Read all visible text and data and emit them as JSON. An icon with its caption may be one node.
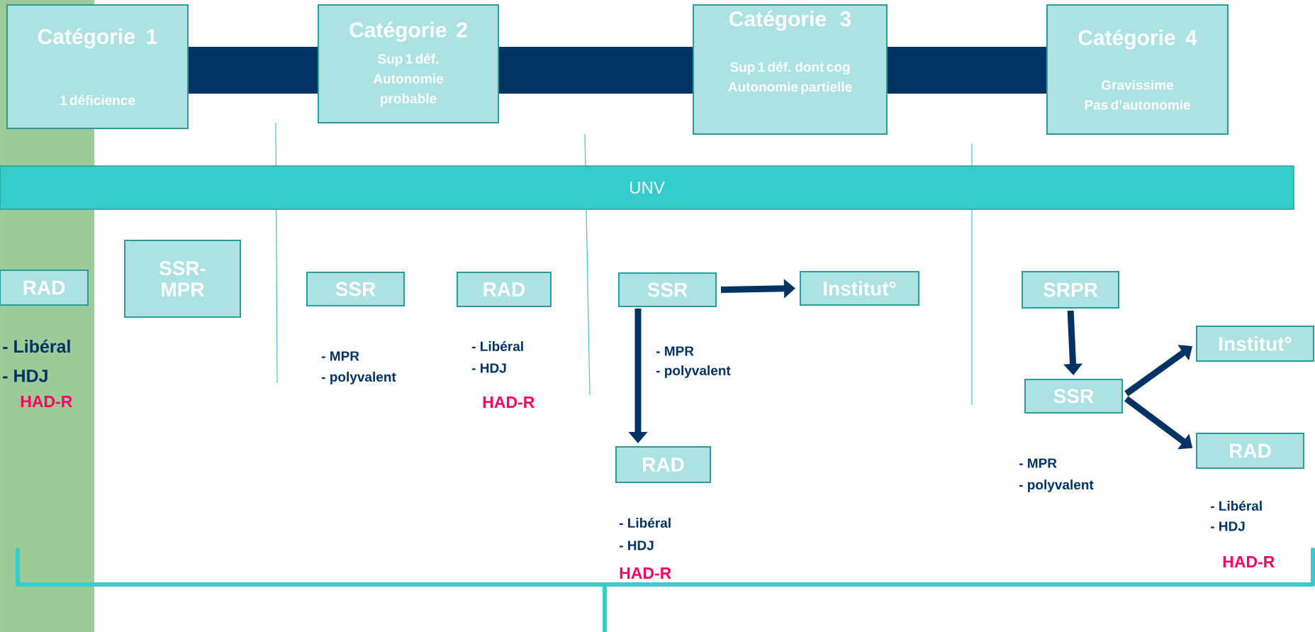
{
  "diagram": {
    "nodes": [
      {
        "text": [
          "Catégorie 1",
          "1 déficience"
        ]
      },
      {
        "text": [
          "Catégorie 2",
          "Sup 1 déf. Autonomie probable"
        ]
      },
      {
        "text": [
          "Catégorie 3",
          "Sup 1 déf. dont cog Autonomie partielle"
        ]
      },
      {
        "text": [
          "Catégorie 4",
          "Gravissime Pas d’autonomie"
        ]
      },
      {
        "text": [
          "UNV"
        ]
      },
      {
        "text": [
          "RAD"
        ],
        "beside": [
          "- Libéral",
          "- HDJ",
          "HAD-R"
        ]
      },
      {
        "text": [
          "SSR-MPR"
        ]
      },
      {
        "text": [
          "SSR"
        ],
        "beside": [
          "- MPR",
          "- polyvalent"
        ]
      },
      {
        "text": [
          "RAD"
        ],
        "beside": [
          "- Libéral",
          "- HDJ",
          "HAD-R"
        ]
      },
      {
        "text": [
          "SSR"
        ],
        "beside": [
          "- MPR",
          "- polyvalent"
        ]
      },
      {
        "text": [
          "Institut°"
        ]
      },
      {
        "text": [
          "RAD"
        ],
        "beside": [
          "- Libéral",
          "- HDJ",
          "HAD-R"
        ]
      },
      {
        "text": [
          "SRPR"
        ]
      },
      {
        "text": [
          "SSR"
        ],
        "beside": [
          "- MPR",
          "- polyvalent"
        ]
      },
      {
        "text": [
          "Institut°"
        ]
      },
      {
        "text": [
          "RAD"
        ],
        "beside": [
          "- Libéral",
          "- HDJ",
          "HAD-R"
        ]
      }
    ],
    "edges": [
      {
        "from": 0,
        "to": 1,
        "arrow": "none",
        "style": "thick"
      },
      {
        "from": 1,
        "to": 2,
        "arrow": "none",
        "style": "thick"
      },
      {
        "from": 2,
        "to": 3,
        "arrow": "none",
        "style": "thick"
      },
      {
        "from": 9,
        "to": 10,
        "arrow": "to"
      },
      {
        "from": 9,
        "to": 11,
        "arrow": "to"
      },
      {
        "from": 12,
        "to": 13,
        "arrow": "to"
      },
      {
        "from": 13,
        "to": 14,
        "arrow": "to"
      },
      {
        "from": 13,
        "to": 15,
        "arrow": "to"
      }
    ]
  }
}
